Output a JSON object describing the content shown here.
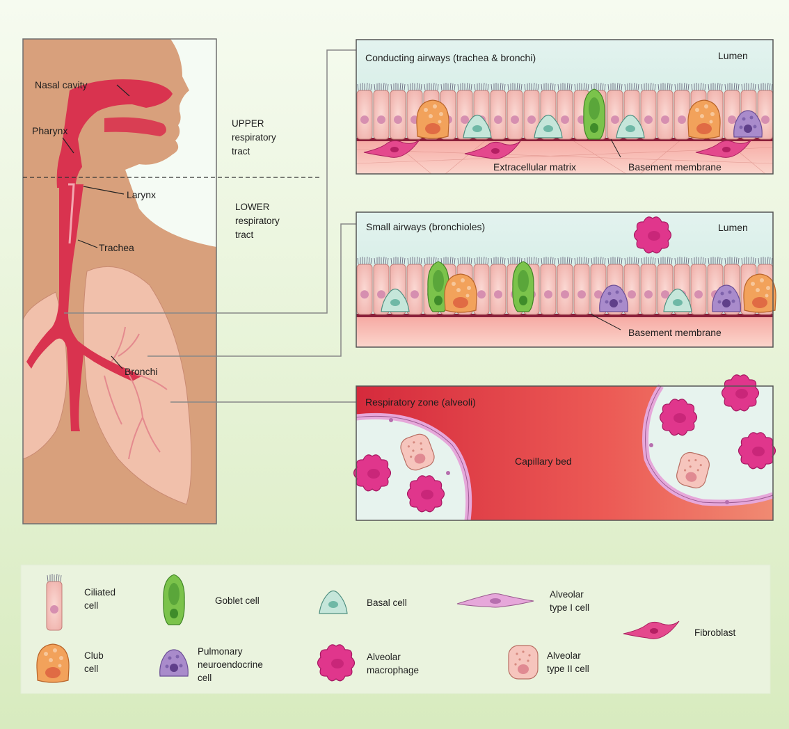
{
  "anatomy": {
    "nasal_cavity": "Nasal cavity",
    "pharynx": "Pharynx",
    "larynx": "Larynx",
    "trachea": "Trachea",
    "bronchi": "Bronchi",
    "upper_tract": "UPPER\nrespiratory\ntract",
    "lower_tract": "LOWER\nrespiratory\ntract"
  },
  "panels": {
    "conducting": {
      "title": "Conducting airways (trachea & bronchi)",
      "lumen": "Lumen",
      "extracellular_matrix": "Extracellular matrix",
      "basement_membrane": "Basement membrane"
    },
    "small_airways": {
      "title": "Small airways (bronchioles)",
      "lumen": "Lumen",
      "basement_membrane": "Basement membrane"
    },
    "respiratory_zone": {
      "title": "Respiratory zone (alveoli)",
      "capillary_bed": "Capillary bed"
    }
  },
  "legend": {
    "ciliated": "Ciliated\ncell",
    "goblet": "Goblet cell",
    "basal": "Basal cell",
    "alveolar_type1": "Alveolar\ntype I cell",
    "fibroblast": "Fibroblast",
    "club": "Club\ncell",
    "pne": "Pulmonary\nneuroendocrine\ncell",
    "macrophage": "Alveolar\nmacrophage",
    "alveolar_type2": "Alveolar\ntype II cell"
  },
  "colors": {
    "background": "#e6f1d6",
    "panel_lumen": "#dcefe8",
    "body_skin": "#d7a27d",
    "airway_red": "#d9344f",
    "capillary_red": "#e23c4a",
    "ciliated_cell": "#f7c8c4",
    "club_cell": "#f1a15a",
    "goblet_cell": "#7cc04a",
    "basal_cell": "#bfe3d6",
    "pne_cell": "#a78ac9",
    "macrophage": "#de3a8a",
    "type1_cell": "#e7a7d8",
    "type2_cell": "#f5c1b9",
    "fibroblast": "#e2448a"
  }
}
